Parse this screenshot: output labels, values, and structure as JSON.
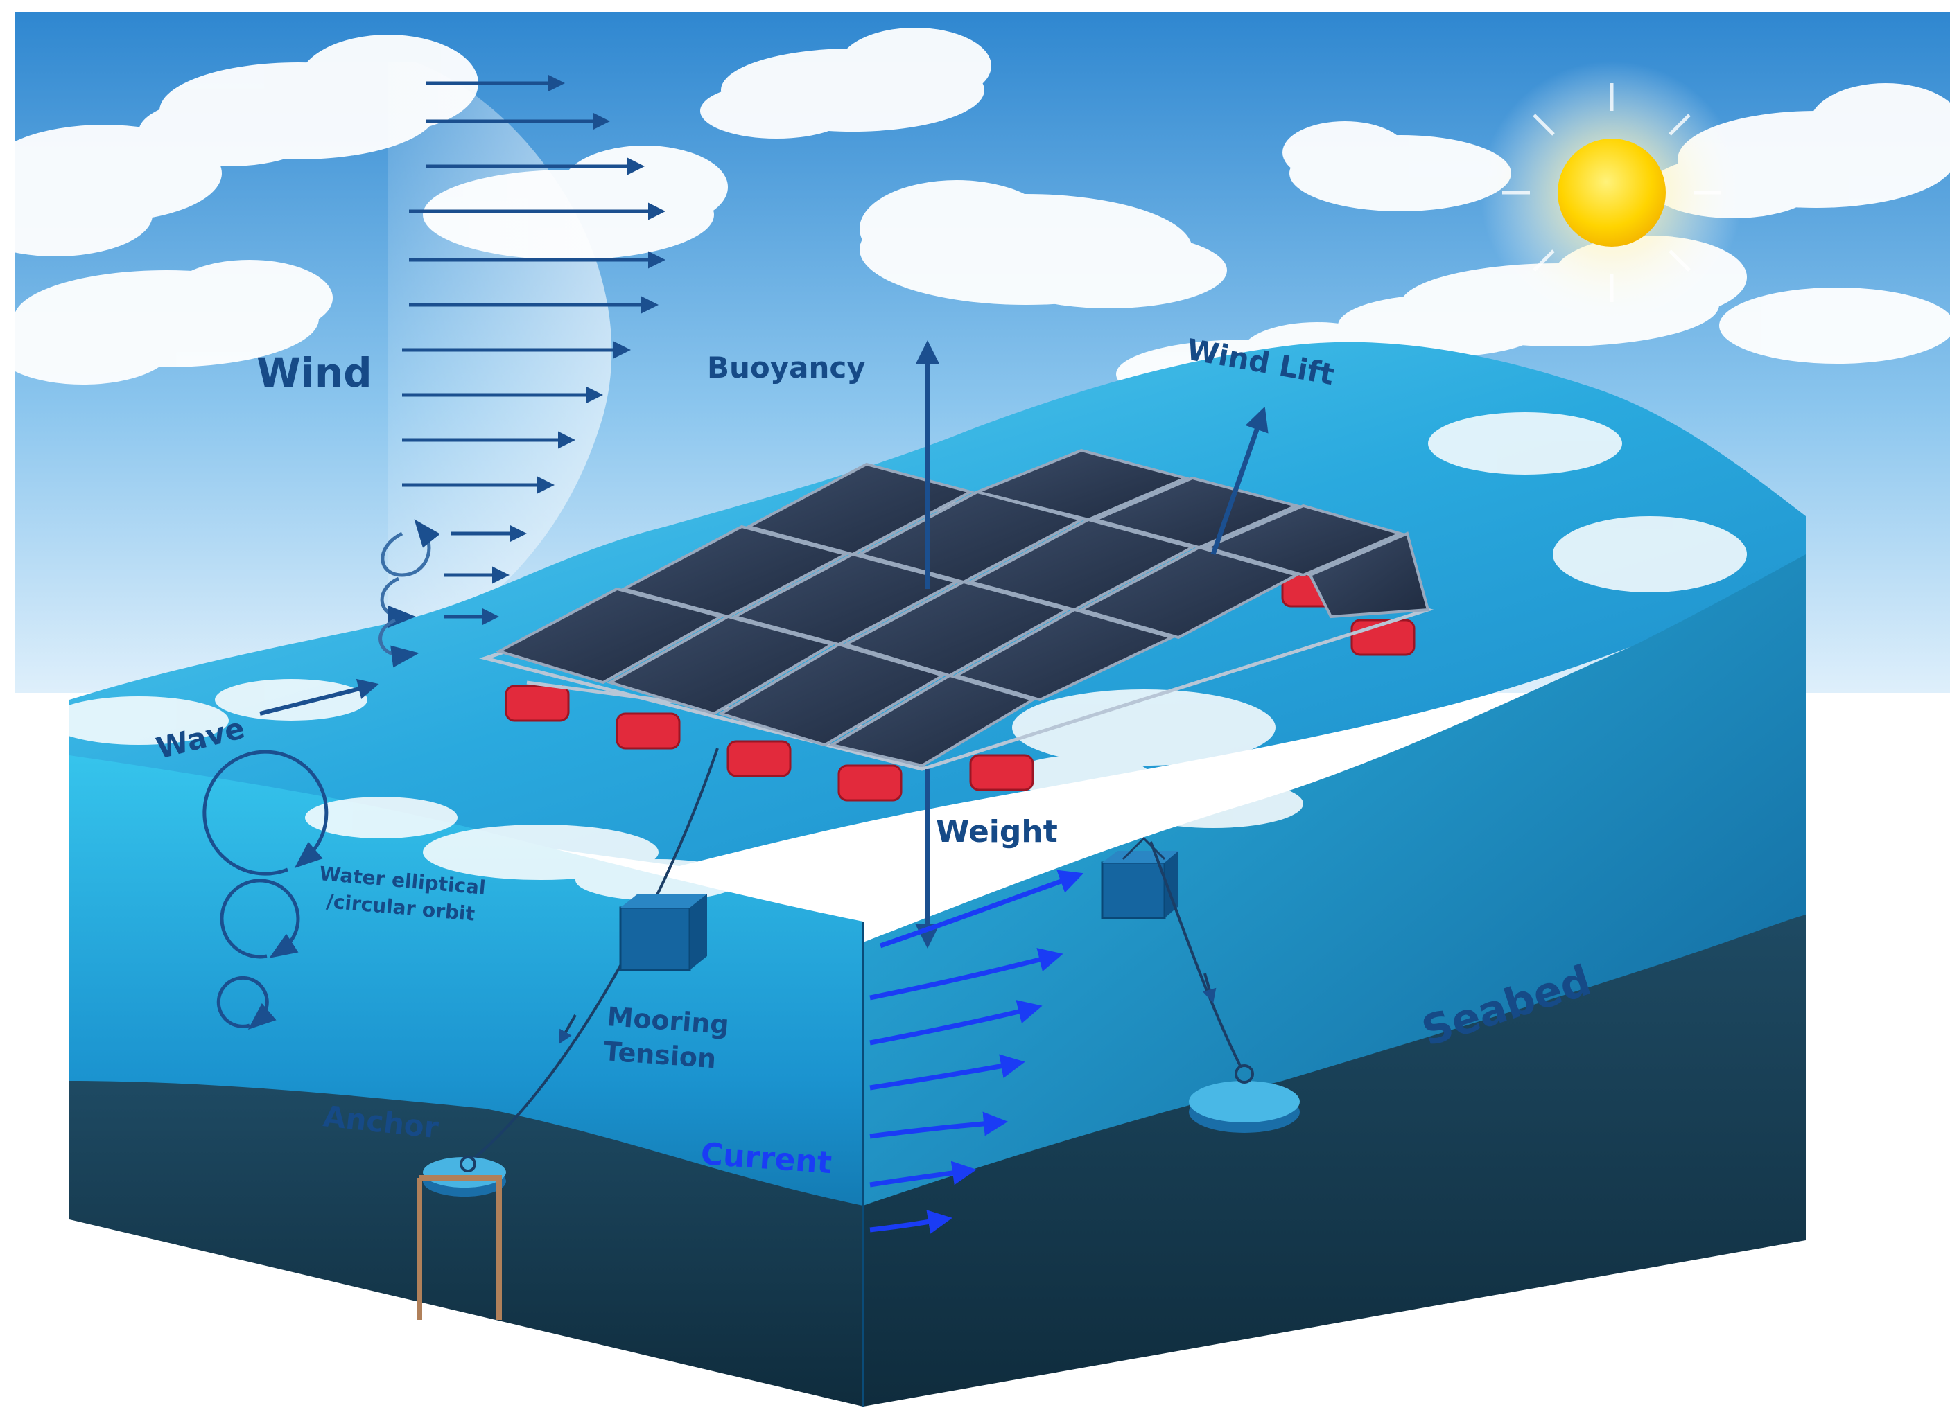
{
  "labels": {
    "wind": "Wind",
    "buoyancy": "Buoyancy",
    "wind_lift": "Wind Lift",
    "wave": "Wave",
    "weight": "Weight",
    "orbit_line1": "Water elliptical",
    "orbit_line2": "/circular orbit",
    "mooring_line1": "Mooring",
    "mooring_line2": "Tension",
    "anchor": "Anchor",
    "current": "Current",
    "seabed": "Seabed"
  },
  "colors": {
    "arrow_navy": "#1b4f8f",
    "label_navy": "#164a87",
    "current_blue": "#1a3cf5",
    "sky_top": "#3d93d6",
    "sky_bottom": "#e6f3fc",
    "water_light": "#3cc2ea",
    "water_deep": "#0d5f92",
    "seabed": "#173d54",
    "float_red": "#e22a3c",
    "panel": "#2b3a52",
    "sun": "#ffd400"
  },
  "icons": [
    "sun-icon",
    "solar-panel-icon",
    "float-buoy-icon",
    "anchor-block-icon",
    "anchor-disc-icon"
  ]
}
